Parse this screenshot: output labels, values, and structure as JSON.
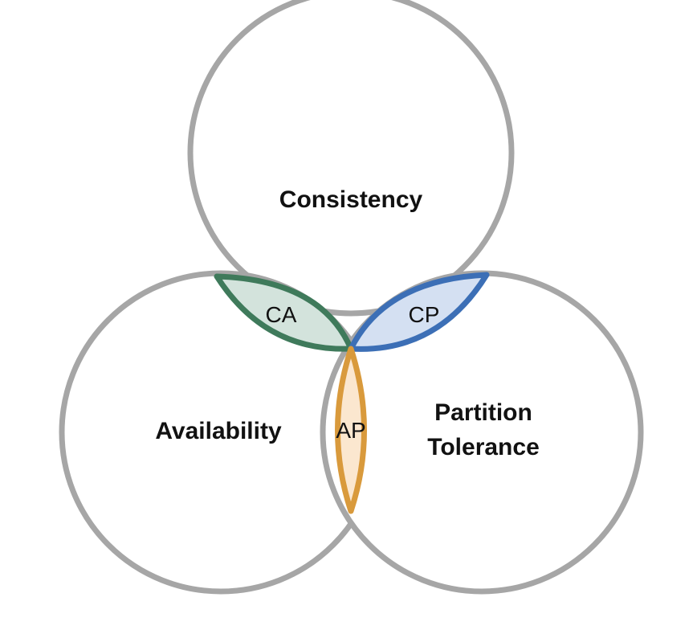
{
  "diagram": {
    "circles": {
      "consistency": "Consistency",
      "availability": "Availability",
      "partition_line1": "Partition",
      "partition_line2": "Tolerance"
    },
    "intersections": {
      "ca": "CA",
      "cp": "CP",
      "ap": "AP"
    },
    "colors": {
      "circle_stroke": "#a6a6a6",
      "ca_stroke": "#3f7a5b",
      "ca_fill": "#d3e3dc",
      "cp_stroke": "#3c6fb6",
      "cp_fill": "#d4e0f2",
      "ap_stroke": "#d99a3c",
      "ap_fill": "#fbe7cf"
    }
  }
}
